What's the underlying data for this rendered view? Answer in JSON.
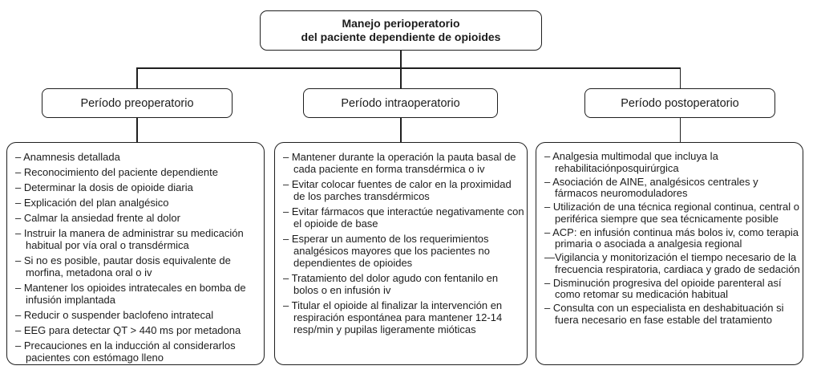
{
  "root": {
    "title_line1": "Manejo perioperatorio",
    "title_line2": "del paciente dependiente de opioides"
  },
  "columns": [
    {
      "header": "Período preoperatorio",
      "items": [
        "– Anamnesis detallada",
        "– Reconocimiento del paciente dependiente",
        "– Determinar la dosis de opioide diaria",
        "– Explicación del plan analgésico",
        "– Calmar la ansiedad frente al dolor",
        "– Instruir la manera de administrar su medicación habitual por vía oral o transdérmica",
        "– Si no es posible, pautar dosis equivalente de morfina, metadona oral o iv",
        "– Mantener los opioides intratecales en bomba de infusión implantada",
        "– Reducir o suspender baclofeno intratecal",
        "– EEG para detectar QT > 440 ms por metadona",
        "– Precauciones en la inducción al considerarlos pacientes con estómago lleno"
      ]
    },
    {
      "header": "Período intraoperatorio",
      "items": [
        "– Mantener durante la operación la pauta basal de cada paciente en forma transdérmica o iv",
        "– Evitar colocar fuentes de calor en la proximidad de los parches transdérmicos",
        "– Evitar fármacos que interactúe negativamente con el opioide de base",
        "– Esperar un aumento de los requerimientos analgésicos mayores que los pacientes no dependientes de opioides",
        "– Tratamiento del dolor agudo con fentanilo en bolos o en infusión iv",
        "– Titular el opioide al finalizar la intervención en respiración espontánea para mantener 12-14 resp/min y pupilas ligeramente mióticas"
      ]
    },
    {
      "header": "Período postoperatorio",
      "items": [
        "– Analgesia multimodal que incluya la rehabilitaciónposquirúrgica",
        "– Asociación de AINE, analgésicos centrales y fármacos neuromoduladores",
        "– Utilización de una técnica regional continua, central o periférica siempre que sea técnicamente posible",
        "– ACP: en infusión continua más bolos iv, como terapia primaria o asociada a analgesia regional",
        "—Vigilancia y monitorización el tiempo necesario de la frecuencia respiratoria, cardiaca y grado de sedación",
        "– Disminución progresiva del opioide parenteral así como retomar su medicación habitual",
        "– Consulta con un especialista en deshabituación si fuera necesario en fase estable del tratamiento"
      ]
    }
  ],
  "colors": {
    "line": "#1f1f1f",
    "background": "#ffffff"
  }
}
